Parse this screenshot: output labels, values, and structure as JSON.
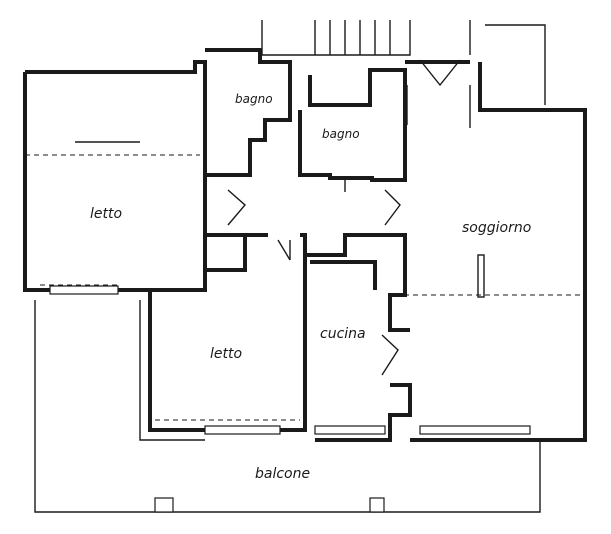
{
  "rooms": {
    "bagno_1": "bagno",
    "bagno_2": "bagno",
    "letto_1": "letto",
    "letto_2": "letto",
    "soggiorno": "soggiorno",
    "cucina": "cucina",
    "balcone": "balcone"
  }
}
